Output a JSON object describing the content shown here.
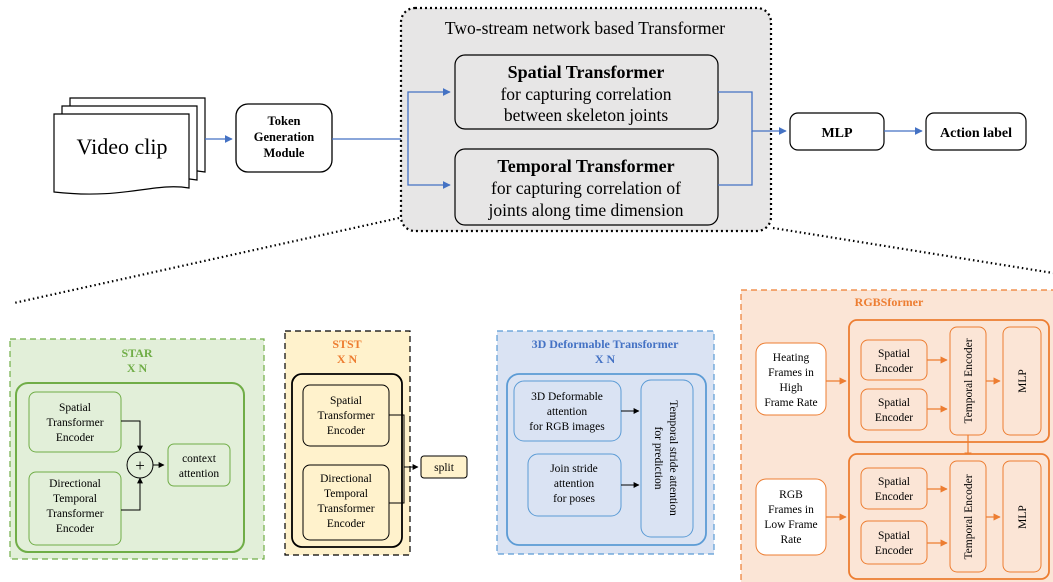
{
  "top": {
    "video_clip": "Video clip",
    "token_line1": "Token",
    "token_line2": "Generation",
    "token_line3": "Module",
    "two_stream_title": "Two-stream network based Transformer",
    "spatial_title": "Spatial Transformer",
    "spatial_line1": "for capturing correlation",
    "spatial_line2": "between skeleton joints",
    "temporal_title": "Temporal Transformer",
    "temporal_line1": "for capturing correlation of",
    "temporal_line2": "joints along time dimension",
    "mlp": "MLP",
    "action_label": "Action label"
  },
  "star": {
    "title": "STAR",
    "xn": "X N",
    "spatial_line1": "Spatial",
    "spatial_line2": "Transformer",
    "spatial_line3": "Encoder",
    "dir_line1": "Directional",
    "dir_line2": "Temporal",
    "dir_line3": "Transformer",
    "dir_line4": "Encoder",
    "plus": "+",
    "context_line1": "context",
    "context_line2": "attention"
  },
  "stst": {
    "title": "STST",
    "xn": "X N",
    "spatial_line1": "Spatial",
    "spatial_line2": "Transformer",
    "spatial_line3": "Encoder",
    "dir_line1": "Directional",
    "dir_line2": "Temporal",
    "dir_line3": "Transformer",
    "dir_line4": "Encoder",
    "split": "split"
  },
  "deform": {
    "title": "3D Deformable Transformer",
    "xn": "X N",
    "attn_line1": "3D Deformable",
    "attn_line2": "attention",
    "attn_line3": "for RGB images",
    "join_line1": "Join stride",
    "join_line2": "attention",
    "join_line3": "for poses",
    "stride_line1": "Temporal stride attention",
    "stride_line2": "for prediction"
  },
  "rgbs": {
    "title": "RGBSformer",
    "heat_line1": "Heating",
    "heat_line2": "Frames in",
    "heat_line3": "High",
    "heat_line4": "Frame Rate",
    "rgb_line1": "RGB",
    "rgb_line2": "Frames in",
    "rgb_line3": "Low Frame",
    "rgb_line4": "Rate",
    "enc_line1": "Spatial",
    "enc_line2": "Encoder",
    "temporal_encoder": "Temporal Encoder",
    "mlp": "MLP"
  },
  "colors": {
    "green": "#70ad47",
    "green_fill": "#e2efd9",
    "green_text": "#70ad47",
    "yellow_fill": "#fff2cc",
    "stst_text": "#ed7d31",
    "blue": "#5b9bd5",
    "blue_fill": "#dae3f3",
    "blue_text": "#4472c4",
    "orange": "#ed7d31",
    "orange_fill": "#fbe5d6",
    "gray_fill": "#e7e6e6",
    "arrow_blue": "#4472c4"
  }
}
